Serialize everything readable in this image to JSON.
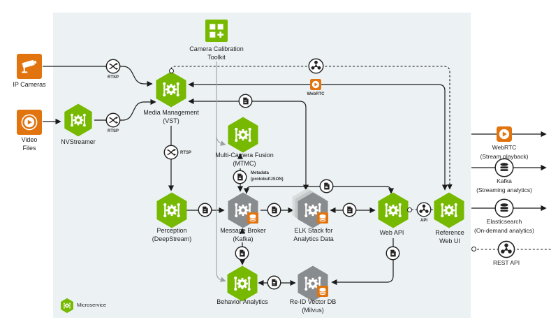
{
  "nodes": {
    "ip_cameras": {
      "label": "IP Cameras"
    },
    "video_files": {
      "line1": "Video",
      "line2": "Files"
    },
    "nvstreamer": {
      "label": "NVStreamer"
    },
    "media_management": {
      "line1": "Media Management",
      "line2": "(VST)"
    },
    "camera_calibration": {
      "line1": "Camera Calibration",
      "line2": "Toolkit"
    },
    "multi_camera_fusion": {
      "line1": "Multi-Camera Fusion",
      "line2": "(MTMC)"
    },
    "perception": {
      "line1": "Perception",
      "line2": "(DeepStream)"
    },
    "message_broker": {
      "line1": "Message Broker",
      "line2": "(Kafka)"
    },
    "elk_stack": {
      "line1": "ELK Stack for",
      "line2": "Analytics Data"
    },
    "behavior_analytics": {
      "label": "Behavior Analytics"
    },
    "reid_vector_db": {
      "line1": "Re-ID Vector DB",
      "line2": "(Milvus)"
    },
    "web_api": {
      "label": "Web API"
    },
    "reference_web_ui": {
      "line1": "Reference",
      "line2": "Web UI"
    }
  },
  "connectors": {
    "rtsp_ip": "RTSP",
    "rtsp_nvstreamer": "RTSP",
    "rtsp_perception": "RTSP",
    "webrtc": "WebRTC",
    "api": "API",
    "metadata_line1": "Metadata",
    "metadata_line2": "(protobuf/JSON)"
  },
  "outputs": {
    "webrtc": {
      "line1": "WebRTC",
      "line2": "(Stream playback)"
    },
    "kafka": {
      "line1": "Kafka",
      "line2": "(Streaming analytics)"
    },
    "elasticsearch": {
      "line1": "Elasticsearch",
      "line2": "(On-demand analytics)"
    },
    "rest_api": {
      "label": "REST API"
    }
  },
  "legend": {
    "microservice": "Microservice"
  },
  "colors": {
    "nvidia_green": "#76B900",
    "orange": "#E1740E",
    "service_gray": "#898C8E",
    "panel_bg": "#ECF1F3",
    "line": "#1A1A1A"
  }
}
